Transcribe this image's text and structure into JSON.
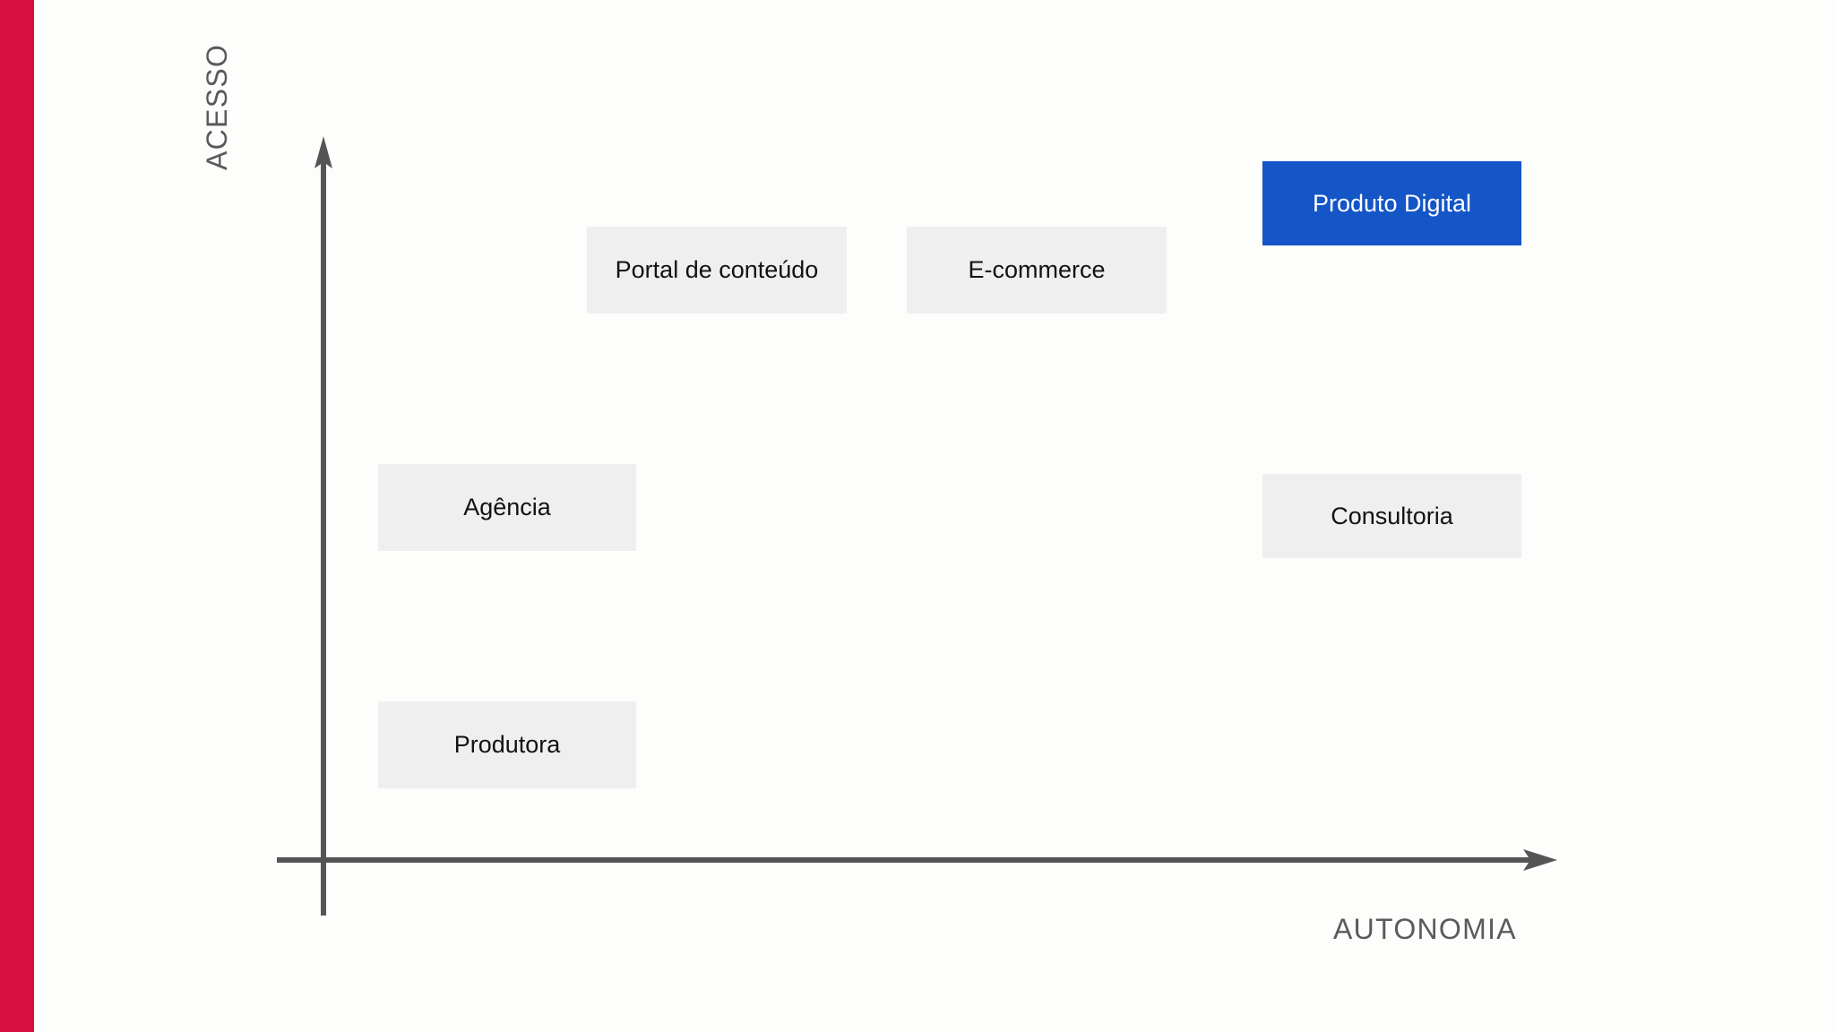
{
  "slide": {
    "background_color": "#FDFDFB",
    "accent_bar_color": "#D81040"
  },
  "axes": {
    "y_label": "ACESSO",
    "x_label": "AUTONOMIA",
    "axis_color": "#555555"
  },
  "chart_data": {
    "type": "scatter",
    "title": "",
    "xlabel": "AUTONOMIA",
    "ylabel": "ACESSO",
    "xlim": [
      0,
      100
    ],
    "ylim": [
      0,
      100
    ],
    "grid": false,
    "legend": null,
    "annotations": [
      {
        "label": "Portal de conteúdo",
        "x": 24,
        "y": 72,
        "style": "neutral",
        "fill": "#EFEFEF",
        "text_color": "#121212"
      },
      {
        "label": "E-commerce",
        "x": 50,
        "y": 72,
        "style": "neutral",
        "fill": "#EFEFEF",
        "text_color": "#121212"
      },
      {
        "label": "Produto Digital",
        "x": 79,
        "y": 82,
        "style": "highlight",
        "fill": "#1455C7",
        "text_color": "#FFFFFF"
      },
      {
        "label": "Agência",
        "x": 7,
        "y": 48,
        "style": "neutral",
        "fill": "#EFEFEF",
        "text_color": "#121212"
      },
      {
        "label": "Consultoria",
        "x": 79,
        "y": 47,
        "style": "neutral",
        "fill": "#EFEFEF",
        "text_color": "#121212"
      },
      {
        "label": "Produtora",
        "x": 7,
        "y": 20,
        "style": "neutral",
        "fill": "#EFEFEF",
        "text_color": "#121212"
      }
    ]
  }
}
